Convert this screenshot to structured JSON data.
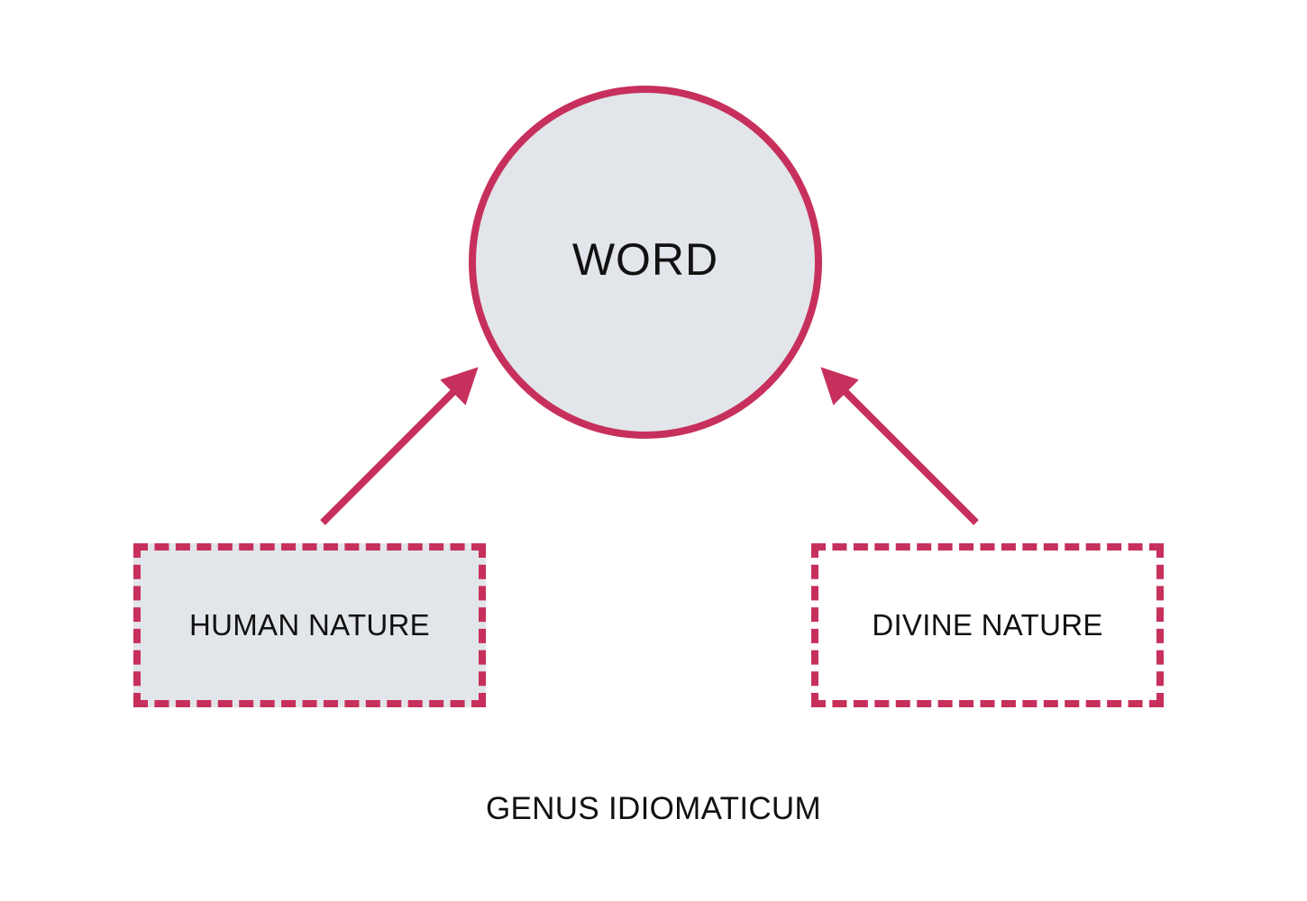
{
  "diagram": {
    "center_node": {
      "label": "WORD"
    },
    "left_node": {
      "label": "HUMAN NATURE"
    },
    "right_node": {
      "label": "DIVINE NATURE"
    },
    "caption": "GENUS IDIOMATICUM",
    "colors": {
      "accent": "#c7305c",
      "fill": "#e2e5e9",
      "text": "#111111",
      "background": "#ffffff"
    }
  }
}
